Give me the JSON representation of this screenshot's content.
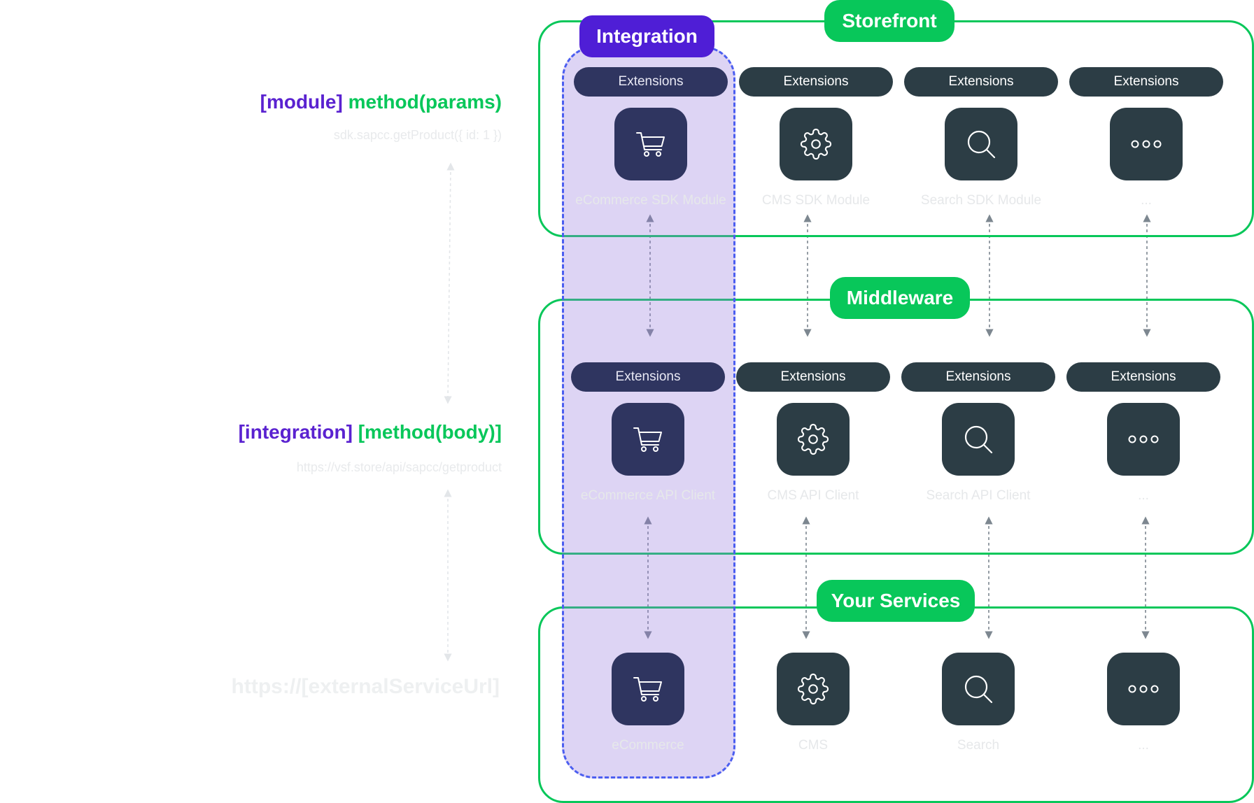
{
  "colors": {
    "green": "#08c75a",
    "purple_title": "#4f1ed6",
    "dark_tile": "#2c3d45",
    "purple_tile": "#2f3560",
    "integration_fill": "#d9cdf4",
    "integration_border": "#4b5ef0",
    "arrow": "#7d8790"
  },
  "integration": {
    "title": "Integration"
  },
  "storefront": {
    "title": "Storefront",
    "extensions": [
      "Extensions",
      "Extensions",
      "Extensions",
      "Extensions"
    ],
    "modules": [
      {
        "icon": "cart-icon",
        "caption": "eCommerce SDK Module"
      },
      {
        "icon": "gear-icon",
        "caption": "CMS SDK Module"
      },
      {
        "icon": "search-icon",
        "caption": "Search SDK Module"
      },
      {
        "icon": "more-icon",
        "caption": "..."
      }
    ]
  },
  "middleware": {
    "title": "Middleware",
    "extensions": [
      "Extensions",
      "Extensions",
      "Extensions",
      "Extensions"
    ],
    "clients": [
      {
        "icon": "cart-icon",
        "caption": "eCommerce API Client"
      },
      {
        "icon": "gear-icon",
        "caption": "CMS API Client"
      },
      {
        "icon": "search-icon",
        "caption": "Search API Client"
      },
      {
        "icon": "more-icon",
        "caption": "..."
      }
    ]
  },
  "services": {
    "title": "Your Services",
    "items": [
      {
        "icon": "cart-icon",
        "caption": "eCommerce"
      },
      {
        "icon": "gear-icon",
        "caption": "CMS"
      },
      {
        "icon": "search-icon",
        "caption": "Search"
      },
      {
        "icon": "more-icon",
        "caption": "..."
      }
    ]
  },
  "left": {
    "sdk_module": "[module]",
    "sdk_method": "method(params)",
    "sdk_example": "sdk.sapcc.getProduct({ id: 1 })",
    "api_integration": "[integration]",
    "api_method": "[method(body)]",
    "api_example": "https://vsf.store/api/sapcc/getproduct",
    "external_url": "https://[externalServiceUrl]"
  }
}
